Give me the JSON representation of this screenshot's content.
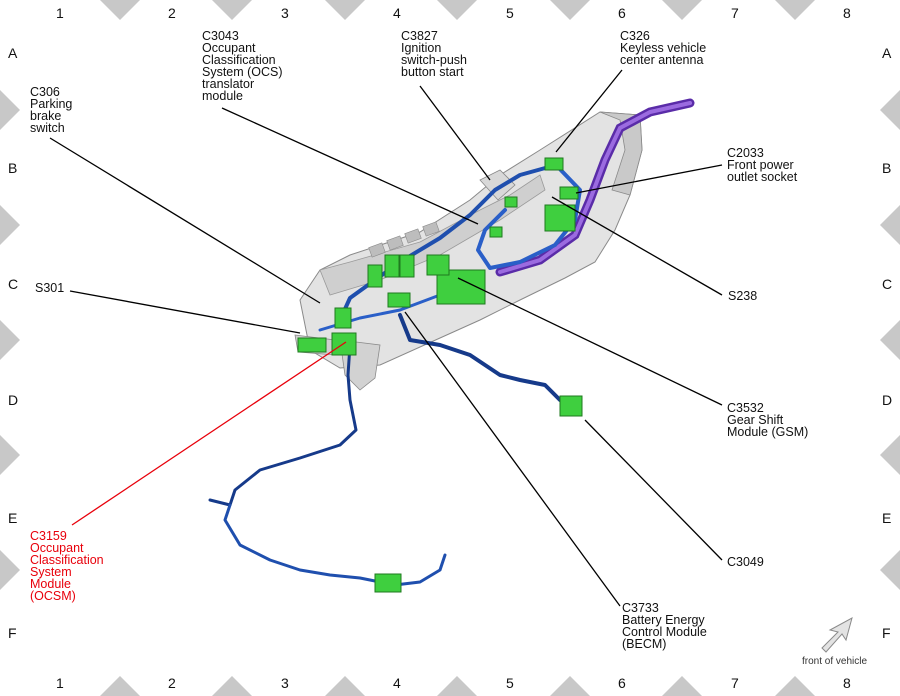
{
  "grid": {
    "columns": [
      "1",
      "2",
      "3",
      "4",
      "5",
      "6",
      "7",
      "8"
    ],
    "rows": [
      "A",
      "B",
      "C",
      "D",
      "E",
      "F"
    ]
  },
  "callouts": {
    "c3043": "C3043\nOccupant\nClassification\nSystem (OCS)\ntranslator\nmodule",
    "c3827": "C3827\nIgnition\nswitch-push\nbutton start",
    "c326": "C326\nKeyless vehicle\ncenter antenna",
    "c306": "C306\nParking\nbrake\nswitch",
    "c2033": "C2033\nFront power\noutlet socket",
    "s301": "S301",
    "s238": "S238",
    "c3532": "C3532\nGear Shift\nModule (GSM)",
    "c3049": "C3049",
    "c3159": "C3159\nOccupant\nClassification\nSystem\nModule\n(OCSM)",
    "c3733": "C3733\nBattery Energy\nControl Module\n(BECM)"
  },
  "front_note": "front of vehicle",
  "colors": {
    "highlight": "#e8000b",
    "harness": "#1f4fae",
    "harness_dark": "#163a8a",
    "connector": "#3fcf3f",
    "purple_harness": "#7a3fc8",
    "console": "#dcdcdc",
    "border_triangle": "#c8c8c8"
  }
}
